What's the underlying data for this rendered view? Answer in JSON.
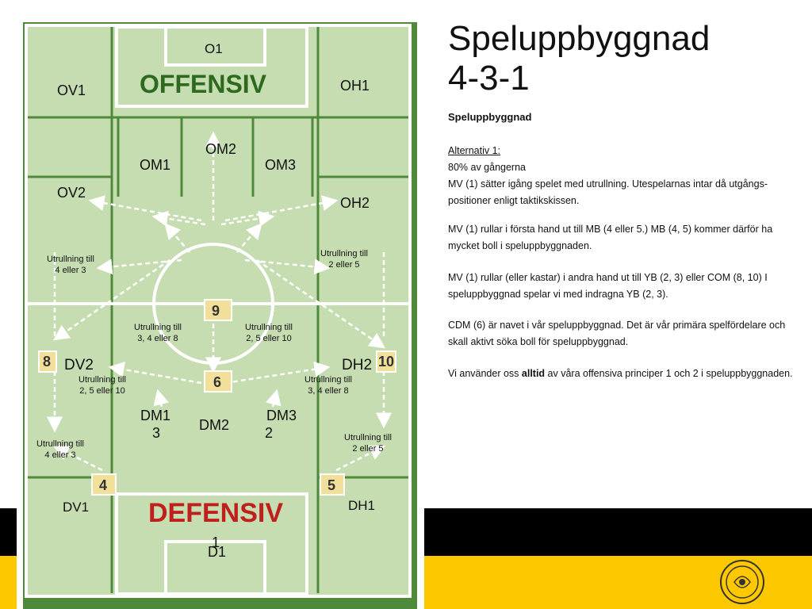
{
  "slide": {
    "title_line1": "Speluppbyggnad",
    "title_line2": "4-3-1",
    "subtitle": "Speluppbyggnad",
    "alt_label": "Alternativ 1:",
    "alt_percent": "80% av gångerna",
    "alt_desc": "MV (1) sätter igång spelet med utrullning. Utespelarnas intar då utgångs-positioner enligt taktikskissen.",
    "para2": "MV (1) rullar i första hand ut till MB (4 eller 5.) MB (4, 5) kommer därför ha mycket boll i speluppbyggnaden.",
    "para3": "MV (1) rullar (eller kastar) i andra hand ut till YB (2, 3) eller COM (8, 10) I speluppbyggnad spelar vi med indragna YB (2, 3).",
    "para4": "CDM (6) är navet i vår speluppbyggnad. Det är vår primära spelfördelare och skall aktivt söka boll för speluppbyggnad.",
    "para5_pre": "Vi använder oss ",
    "para5_bold": "alltid",
    "para5_post": " av våra offensiva principer 1 och 2 i speluppbyggnaden."
  },
  "diagram": {
    "offensiv": "OFFENSIV",
    "defensiv": "DEFENSIV",
    "zones": {
      "o1": "O1",
      "ov1": "OV1",
      "oh1": "OH1",
      "om1": "OM1",
      "om2": "OM2",
      "om3": "OM3",
      "ov2": "OV2",
      "oh2": "OH2",
      "dv2": "DV2",
      "dh2": "DH2",
      "dm1": "DM1",
      "dm2": "DM2",
      "dm3": "DM3",
      "dv1": "DV1",
      "dh1": "DH1",
      "d1": "D1"
    },
    "players": {
      "p1": "1",
      "p2": "2",
      "p3": "3",
      "p4": "4",
      "p5": "5",
      "p6": "6",
      "p8": "8",
      "p9": "9",
      "p10": "10"
    },
    "notes": {
      "top_left": "Utrullning till\n4 eller 3",
      "top_right": "Utrullning till\n2 eller 5",
      "mid_left": "Utrullning till\n3, 4 eller 8",
      "mid_right": "Utrullning till\n2, 5 eller 10",
      "low_left": "Utrullning till\n2, 5 eller 10",
      "low_right": "Utrullning till\n3, 4 eller 8",
      "bot_left": "Utrullning till\n4 eller 3",
      "bot_right": "Utrullning till\n2 eller 5"
    }
  },
  "colors": {
    "pitch": "#4e8a3a",
    "zone": "#c6dcb1",
    "accent": "#fdc800",
    "badge": "#f2e09a"
  }
}
